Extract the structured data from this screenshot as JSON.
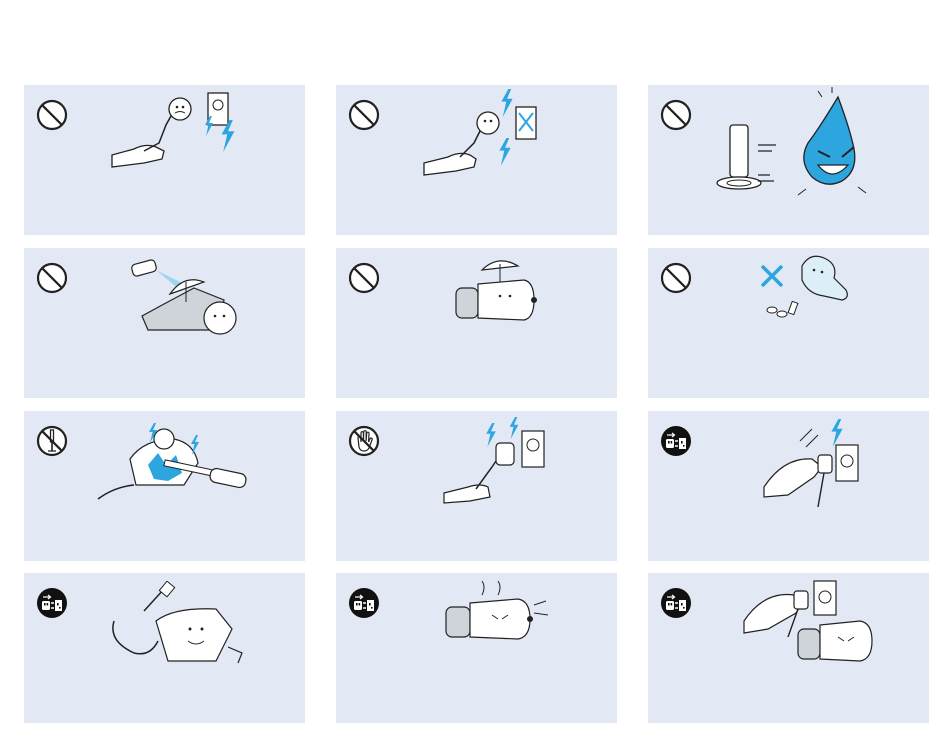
{
  "page": {
    "background": "#ffffff",
    "panel_color": "#e3e8f5",
    "accent_blue": "#2da6e0",
    "ink": "#222222"
  },
  "panels": [
    {
      "symbol": "prohibited-icon",
      "illustration": "wet-hand-plug-shock"
    },
    {
      "symbol": "prohibited-icon",
      "illustration": "damaged-plug-shock"
    },
    {
      "symbol": "prohibited-icon",
      "illustration": "heater-fire"
    },
    {
      "symbol": "prohibited-icon",
      "illustration": "spray-on-camera"
    },
    {
      "symbol": "prohibited-icon",
      "illustration": "camera-in-rain"
    },
    {
      "symbol": "prohibited-icon",
      "illustration": "child-swallowing-parts"
    },
    {
      "symbol": "no-disassembly-icon",
      "illustration": "screwdriver-adapter-shock"
    },
    {
      "symbol": "no-touch-icon",
      "illustration": "plug-outlet-touch"
    },
    {
      "symbol": "unplug-icon",
      "illustration": "plug-sparking"
    },
    {
      "symbol": "unplug-icon",
      "illustration": "overheated-adapter"
    },
    {
      "symbol": "unplug-icon",
      "illustration": "smoking-camera"
    },
    {
      "symbol": "unplug-icon",
      "illustration": "unplug-camera"
    }
  ]
}
